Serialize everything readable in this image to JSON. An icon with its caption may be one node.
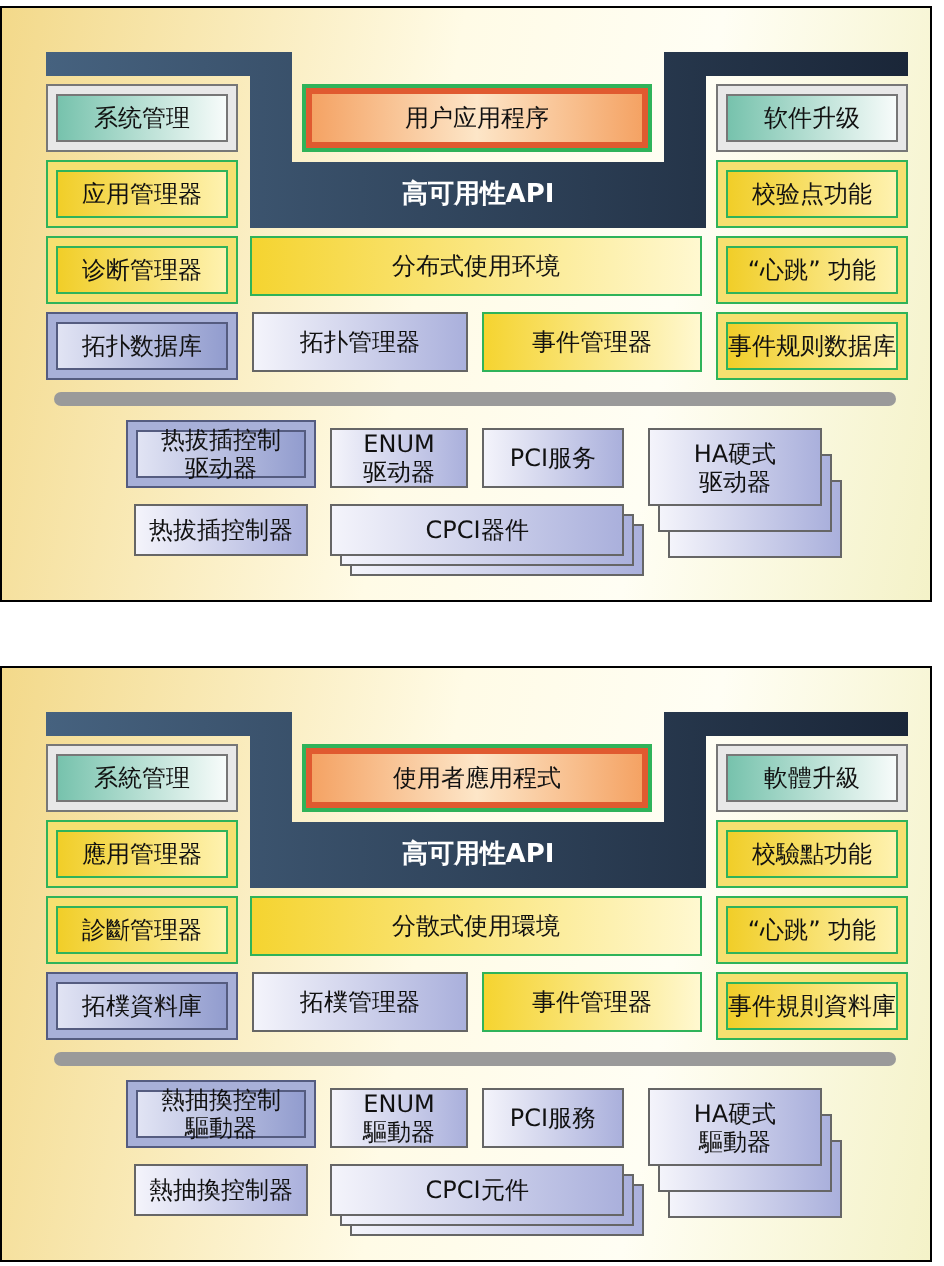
{
  "diagram": {
    "nodes": [
      {
        "text": [],
        "shape": "box"
      },
      {
        "text": [
          "高可用性API"
        ],
        "in": 0
      },
      {
        "text": [
          "系统管理"
        ],
        "in": 0
      },
      {
        "text": [
          "用户应用程序"
        ],
        "in": 0
      },
      {
        "text": [
          "软件升级"
        ],
        "in": 0
      },
      {
        "text": [
          "应用管理器"
        ],
        "in": 0
      },
      {
        "text": [
          "校验点功能"
        ],
        "in": 0
      },
      {
        "text": [
          "诊断管理器"
        ],
        "in": 0
      },
      {
        "text": [
          "分布式使用环境"
        ],
        "in": 0
      },
      {
        "text": [
          "“心跳” 功能"
        ],
        "in": 0
      },
      {
        "text": [
          "拓扑数据库"
        ],
        "in": 0
      },
      {
        "text": [
          "拓扑管理器"
        ],
        "in": 0
      },
      {
        "text": [
          "事件管理器"
        ],
        "in": 0
      },
      {
        "text": [
          "事件规则数据库"
        ],
        "in": 0
      },
      {
        "text": [
          "热拔插控制驱动器"
        ],
        "in": 0
      },
      {
        "text": [
          "ENUM驱动器"
        ],
        "in": 0
      },
      {
        "text": [
          "PCI服务"
        ],
        "in": 0
      },
      {
        "text": [
          "HA硬式驱动器"
        ],
        "in": 0
      },
      {
        "text": [
          "热拔插控制器"
        ],
        "in": 0
      },
      {
        "text": [
          "CPCI器件"
        ],
        "in": 0
      },
      {
        "text": [],
        "shape": "box"
      },
      {
        "text": [
          "高可用性API"
        ],
        "in": 20
      },
      {
        "text": [
          "系統管理"
        ],
        "in": 20
      },
      {
        "text": [
          "使用者應用程式"
        ],
        "in": 20
      },
      {
        "text": [
          "軟體升級"
        ],
        "in": 20
      },
      {
        "text": [
          "應用管理器"
        ],
        "in": 20
      },
      {
        "text": [
          "校驗點功能"
        ],
        "in": 20
      },
      {
        "text": [
          "診斷管理器"
        ],
        "in": 20
      },
      {
        "text": [
          "分散式使用環境"
        ],
        "in": 20
      },
      {
        "text": [
          "“心跳” 功能"
        ],
        "in": 20
      },
      {
        "text": [
          "拓樸資料庫"
        ],
        "in": 20
      },
      {
        "text": [
          "拓樸管理器"
        ],
        "in": 20
      },
      {
        "text": [
          "事件管理器"
        ],
        "in": 20
      },
      {
        "text": [
          "事件規則資料庫"
        ],
        "in": 20
      },
      {
        "text": [
          "熱抽換控制驅動器"
        ],
        "in": 20
      },
      {
        "text": [
          "ENUM驅動器"
        ],
        "in": 20
      },
      {
        "text": [
          "PCI服務"
        ],
        "in": 20
      },
      {
        "text": [
          "HA硬式驅動器"
        ],
        "in": 20
      },
      {
        "text": [
          "熱抽換控制器"
        ],
        "in": 20
      },
      {
        "text": [
          "CPCI元件"
        ],
        "in": 20
      }
    ]
  }
}
